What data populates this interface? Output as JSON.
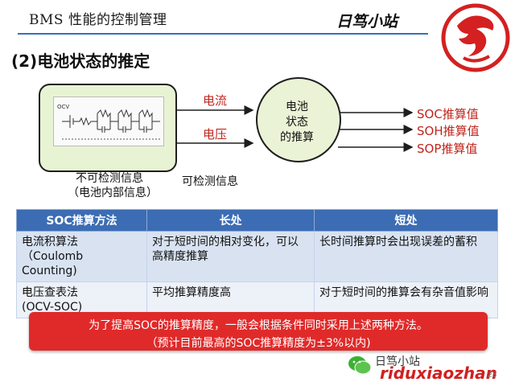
{
  "header": {
    "title": "BMS 性能的控制管理",
    "brand": "日笃小站"
  },
  "section_heading": "(2)电池状态的推定",
  "diagram": {
    "inputs": [
      "电流",
      "电压"
    ],
    "battery_label": [
      "电池",
      "状态",
      "的推算"
    ],
    "outputs": [
      "SOC推算值",
      "SOH推算值",
      "SOP推算值"
    ],
    "undetectable_caption": [
      "不可检测信息",
      "（电池内部信息）"
    ],
    "detectable_caption": "可检测信息",
    "circuit_labels": [
      "OCV"
    ]
  },
  "table": {
    "headers": [
      "SOC推算方法",
      "长处",
      "短处"
    ],
    "rows": [
      [
        "电流积算法\n（Coulomb Counting)",
        "对于短时间的相对变化，可以高精度推算",
        "长时间推算时会出现误差的蓄积"
      ],
      [
        "电压查表法\n(OCV-SOC)",
        "平均推算精度高",
        "对于短时间的推算会有杂音值影响"
      ]
    ]
  },
  "banner": {
    "line1": "为了提高SOC的推算精度，一般会根据条件同时采用上述两种方法。",
    "line2": "（预计目前最高的SOC推算精度为±3%以内)"
  },
  "footer": {
    "watermark_name": "日笃小站",
    "site": "riduxiaozhan",
    "page_number": "25"
  },
  "colors": {
    "header_rule": "#3a6fb6",
    "table_header": "#3c6cb4",
    "banner": "#e02a2a",
    "accent_red": "#c0261e"
  }
}
